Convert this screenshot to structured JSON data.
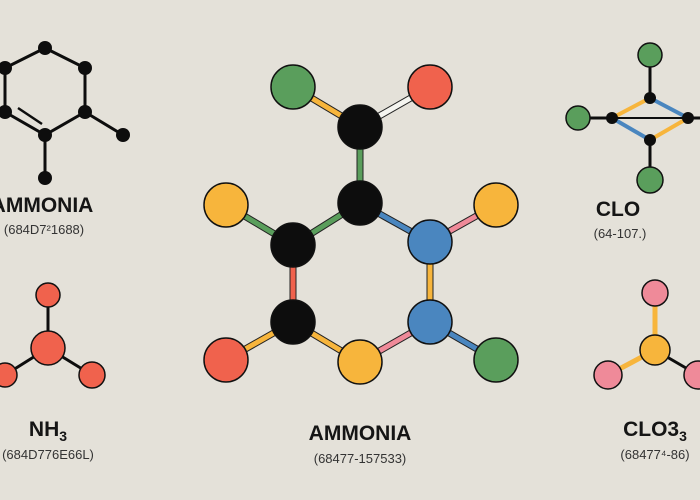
{
  "molecules": [
    {
      "name": "AMMONIA",
      "code": "(684D7²1688)"
    },
    {
      "name": "NH",
      "sub": "3",
      "code": "(684D776E66L)"
    },
    {
      "name": "AMMONIA",
      "code": "(68477-157533)"
    },
    {
      "name": "CLO",
      "code": "(64-107.)"
    },
    {
      "name": "CLO3",
      "sub": "3",
      "code": "(68477⁴-86)"
    }
  ],
  "colors": {
    "background": "#e4e1d9",
    "black": "#0d0d0d",
    "green": "#5a9e5c",
    "red": "#f0624d",
    "yellow": "#f7b53c",
    "blue": "#4a86bf",
    "pink": "#ef8a99",
    "orange": "#f2a93b"
  }
}
